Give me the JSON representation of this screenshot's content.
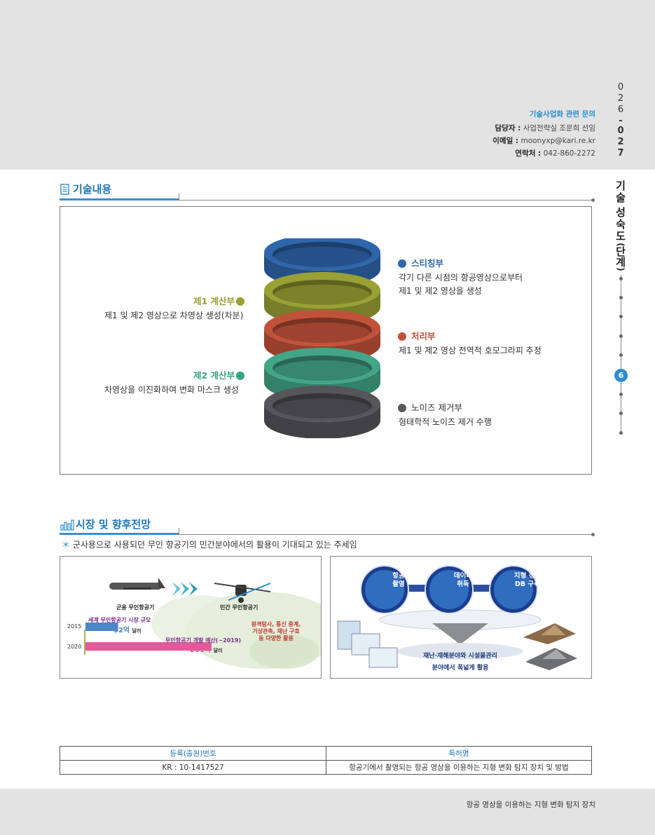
{
  "contact": {
    "heading": "기술사업화 관련 문의",
    "person_label": "담당자 :",
    "person_value": "사업전략실 조문희 선임",
    "email_label": "이메일 :",
    "email_value": "moonyxp@kari.re.kr",
    "phone_label": "연락처 :",
    "phone_value": "042-860-2272"
  },
  "page_number": [
    "0",
    "2",
    "6",
    "-",
    "0",
    "2",
    "7"
  ],
  "side_title": [
    "기",
    "술",
    "성",
    "숙",
    "도",
    "(",
    "단",
    "계",
    ")"
  ],
  "side_active_step": "6",
  "tech": {
    "title": "기술내용",
    "left": [
      {
        "heading": "제1 계산부",
        "desc": "제1 및 제2 영상으로 차영상 생성(차분)",
        "color": "#9aa032"
      },
      {
        "heading": "제2 계산부",
        "desc": "차영상을 이진화하여 변화 마스크 생성",
        "color": "#3aa583"
      }
    ],
    "right": [
      {
        "heading": "스티칭부",
        "desc1": "각기 다른 시점의 항공영상으로부터",
        "desc2": "제1 및 제2 영상을 생성",
        "color": "#2f68aa"
      },
      {
        "heading": "처리부",
        "desc1": "제1 및 제2 영상 전역적 호모그라피 추정",
        "desc2": "",
        "color": "#c2513a"
      },
      {
        "heading": "노이즈 제거부",
        "desc1": "형태학적 노이즈 제거 수행",
        "desc2": "",
        "color": "#5a5a5e"
      }
    ],
    "ring_colors": [
      "#2f66ab",
      "#99a034",
      "#c1523a",
      "#43a587",
      "#55555a"
    ]
  },
  "market": {
    "title": "시장 및 향후전망",
    "note": "군사용으로 사용되던 무인 항공기의 민간분야에서의 활용이 기대되고 있는 추세임",
    "left_img": {
      "military_label": "군용 무인항공기",
      "civil_label": "민간 무인항공기",
      "world_label": "세계 무인항공기 시장 규모",
      "year1": "2015",
      "val1": "52억",
      "year2": "2020",
      "val2": "201억",
      "unit": "달러",
      "budget_label": "무인항공기 개발 예산(~2019)",
      "uses": [
        "원격탐사, 통신 중계,",
        "기상관측, 재난 구호",
        "등 다양한 활용"
      ],
      "values": [
        52,
        201
      ]
    },
    "right_img": {
      "circles": [
        [
          "항공",
          "촬영"
        ],
        [
          "데이터",
          "취득"
        ],
        [
          "지형 정보",
          "DB 구축"
        ]
      ],
      "banner1": "재난·재해분야와 시설물관리",
      "banner2": "분야에서 폭넓게 활용"
    }
  },
  "patent": {
    "col1_header": "등록(출원)번호",
    "col2_header": "특허명",
    "col1_value": "KR : 10-1417527",
    "col2_value": "항공기에서 촬영되는 항공 영상을 이용하는 지형 변화 탐지 장치 및 방법"
  },
  "footer": "항공 영상을 이용하는 지형 변화 탐지 장치"
}
